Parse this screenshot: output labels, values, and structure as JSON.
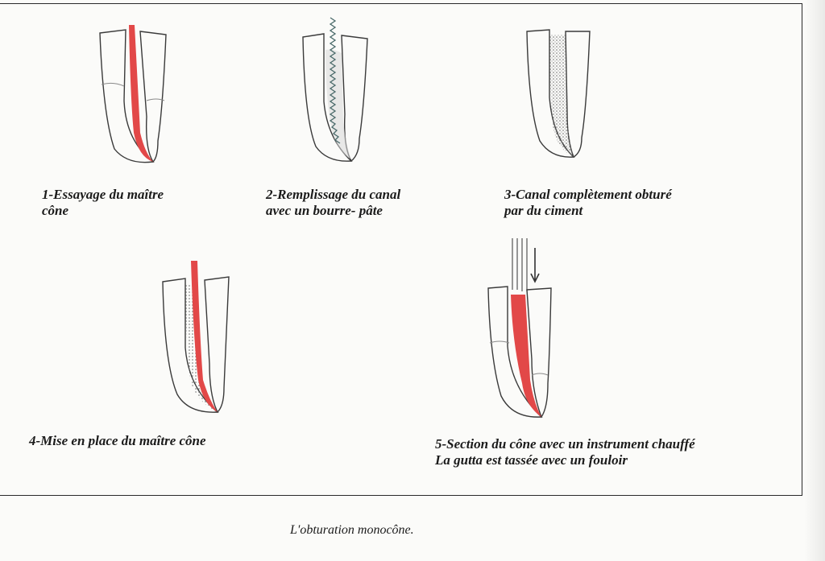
{
  "steps": [
    {
      "line1": "1-Essayage du maître",
      "line2": "cône"
    },
    {
      "line1": "2-Remplissage  du canal",
      "line2": "avec un bourre- pâte"
    },
    {
      "line1": "3-Canal complètement obturé",
      "line2": "par du ciment"
    },
    {
      "line1": "4-Mise en place du maître cône",
      "line2": ""
    },
    {
      "line1": "5-Section du cône avec un instrument chauffé",
      "line2": "La gutta est tassée avec un fouloir"
    }
  ],
  "figure_caption": "L'obturation monocône.",
  "colors": {
    "gutta_percha": "#e24848",
    "outline": "#3a3a3a",
    "cement_dots": "#6a6a6a",
    "spiral": "#4a6a6a"
  },
  "icons": [
    "root-canal-diagram",
    "lentulo-spiral",
    "plugger-instrument",
    "down-arrow-icon"
  ]
}
